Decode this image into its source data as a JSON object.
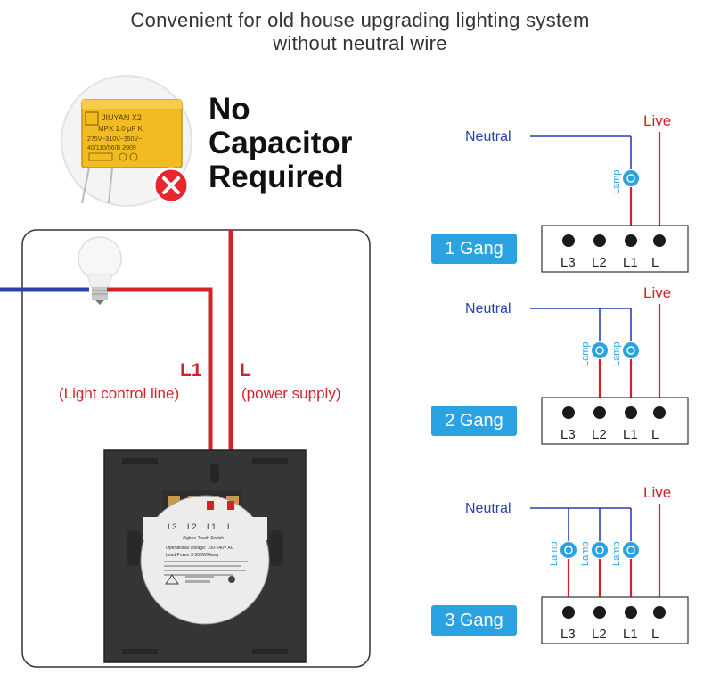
{
  "title": {
    "line1": "Convenient for old house upgrading lighting system",
    "line2": "without neutral wire"
  },
  "no_capacitor": {
    "line1": "No",
    "line2": "Capacitor",
    "line3": "Required"
  },
  "capacitor_print": {
    "brand": "JIUYAN X2",
    "spec1": "MPX 1.0 μF K",
    "spec2": "275V~310V~350V~",
    "spec3": "40/110/56/B 2009"
  },
  "switch_diagram": {
    "l1_label": "L1",
    "l1_desc": "(Light control line)",
    "l_label": "L",
    "l_desc": "(power supply)",
    "terminals": [
      "L3",
      "L2",
      "L1",
      "L"
    ],
    "label_product": "Zigbee Touch Switch",
    "label_voltage": "Operational Voltage: 100-240V AC",
    "label_load": "Load Power:3-300W/Gang",
    "colors": {
      "live": "#d0242a",
      "neutral": "#2b3fb3",
      "panel": "#333333"
    }
  },
  "wiring": {
    "neutral_label": "Neutral",
    "live_label": "Live",
    "lamp_label": "Lamp",
    "terminals": [
      "L3",
      "L2",
      "L1",
      "L"
    ],
    "gangs": [
      {
        "label": "1 Gang",
        "lamps": 1
      },
      {
        "label": "2 Gang",
        "lamps": 2
      },
      {
        "label": "3 Gang",
        "lamps": 3
      }
    ],
    "colors": {
      "live": "#d0242a",
      "neutral": "#2b3fb3",
      "lamp": "#2ba3e3"
    }
  }
}
